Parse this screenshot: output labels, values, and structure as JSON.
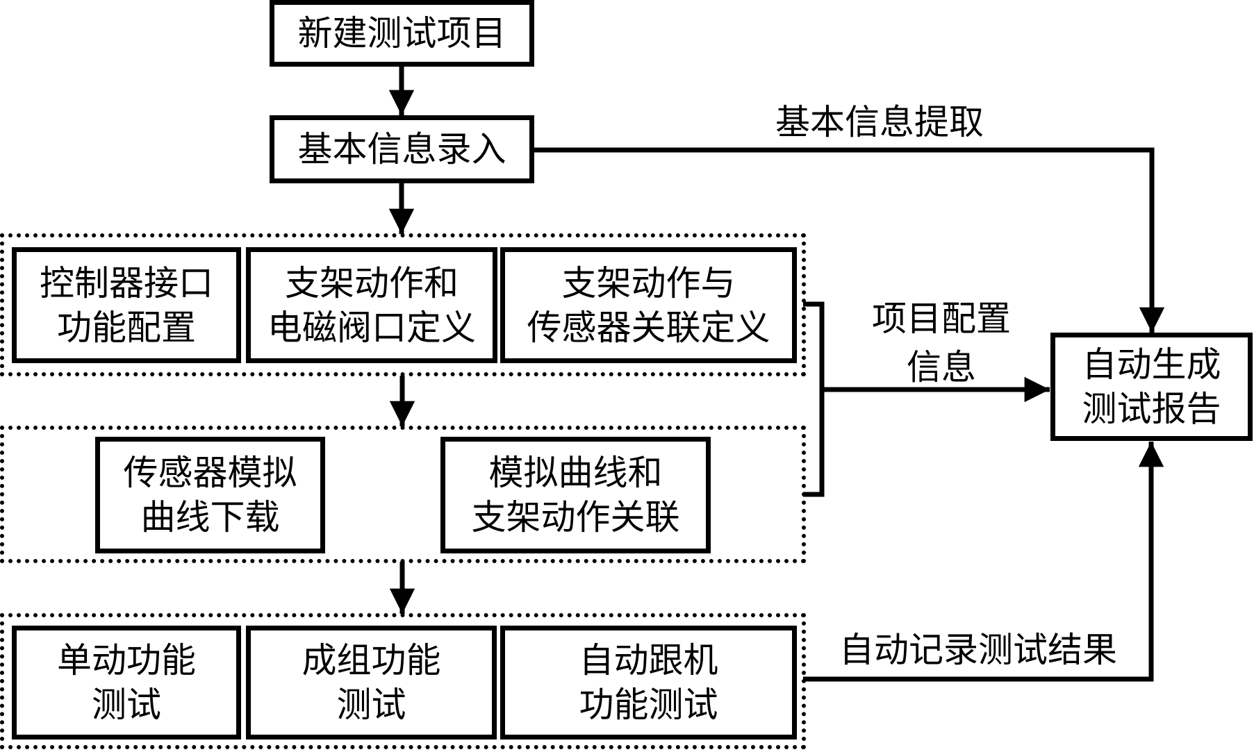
{
  "diagram": {
    "title": "",
    "nodes": {
      "new_project": {
        "lines": [
          "新建测试项目"
        ]
      },
      "basic_info_entry": {
        "lines": [
          "基本信息录入"
        ]
      },
      "controller_interface_config": {
        "lines": [
          "控制器接口",
          "功能配置"
        ]
      },
      "support_action_valve_def": {
        "lines": [
          "支架动作和",
          "电磁阀口定义"
        ]
      },
      "support_action_sensor_link_def": {
        "lines": [
          "支架动作与",
          "传感器关联定义"
        ]
      },
      "sensor_curve_download": {
        "lines": [
          "传感器模拟",
          "曲线下载"
        ]
      },
      "curve_action_link": {
        "lines": [
          "模拟曲线和",
          "支架动作关联"
        ]
      },
      "single_action_test": {
        "lines": [
          "单动功能",
          "测试"
        ]
      },
      "group_function_test": {
        "lines": [
          "成组功能",
          "测试"
        ]
      },
      "auto_follow_test": {
        "lines": [
          "自动跟机",
          "功能测试"
        ]
      },
      "auto_report": {
        "lines": [
          "自动生成",
          "测试报告"
        ]
      }
    },
    "groups": {
      "configuration": [
        "controller_interface_config",
        "support_action_valve_def",
        "support_action_sensor_link_def"
      ],
      "simulation": [
        "sensor_curve_download",
        "curve_action_link"
      ],
      "testing": [
        "single_action_test",
        "group_function_test",
        "auto_follow_test"
      ]
    },
    "edge_labels": {
      "basic_info_extract": "基本信息提取",
      "project_config_info": [
        "项目配置",
        "信息"
      ],
      "auto_record_results": "自动记录测试结果"
    },
    "edges": [
      {
        "from": "new_project",
        "to": "basic_info_entry",
        "label": ""
      },
      {
        "from": "basic_info_entry",
        "to": "configuration",
        "label": ""
      },
      {
        "from": "configuration",
        "to": "simulation",
        "label": ""
      },
      {
        "from": "simulation",
        "to": "testing",
        "label": ""
      },
      {
        "from": "basic_info_entry",
        "to": "auto_report",
        "label": "基本信息提取"
      },
      {
        "from": "configuration+simulation",
        "to": "auto_report",
        "label": "项目配置信息"
      },
      {
        "from": "testing",
        "to": "auto_report",
        "label": "自动记录测试结果"
      }
    ]
  }
}
